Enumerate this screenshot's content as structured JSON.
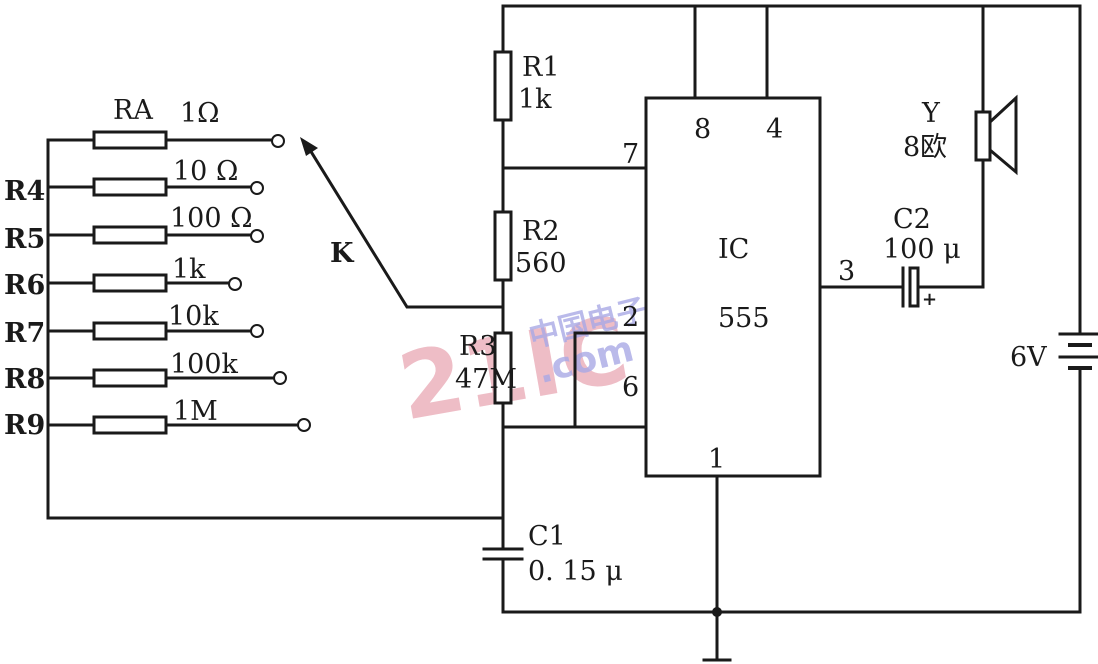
{
  "labels": {
    "r1_name": "R1",
    "r1_value": "1k",
    "r2_name": "R2",
    "r2_value": "560",
    "r3_name": "R3",
    "r3_value": "47M",
    "ra_name": "RA",
    "ra_value": "1Ω",
    "r4_name": "R4",
    "r4_value": "10 Ω",
    "r5_name": "R5",
    "r5_value": "100 Ω",
    "r6_name": "R6",
    "r6_value": "1k",
    "r7_name": "R7",
    "r7_value": "10k",
    "r8_name": "R8",
    "r8_value": "100k",
    "r9_name": "R9",
    "r9_value": "1M",
    "switch_name": "K",
    "ic_name": "IC",
    "ic_part": "555",
    "pin_8": "8",
    "pin_4": "4",
    "pin_7": "7",
    "pin_2": "2",
    "pin_6": "6",
    "pin_1": "1",
    "pin_3": "3",
    "c1_name": "C1",
    "c1_value": "0. 15 μ",
    "c2_name": "C2",
    "c2_value": "100 μ",
    "c2_polarity": "+",
    "speaker_name": "Y",
    "speaker_value": "8欧",
    "battery_value": "6V"
  },
  "watermark": {
    "logo_number": "21IC",
    "logo_cn": "中国电子网",
    "logo_domain": ".com"
  },
  "colors": {
    "ink": "#1a1a1a",
    "watermark_red": "#e9a7b4",
    "watermark_blue": "#a9a9e6"
  }
}
